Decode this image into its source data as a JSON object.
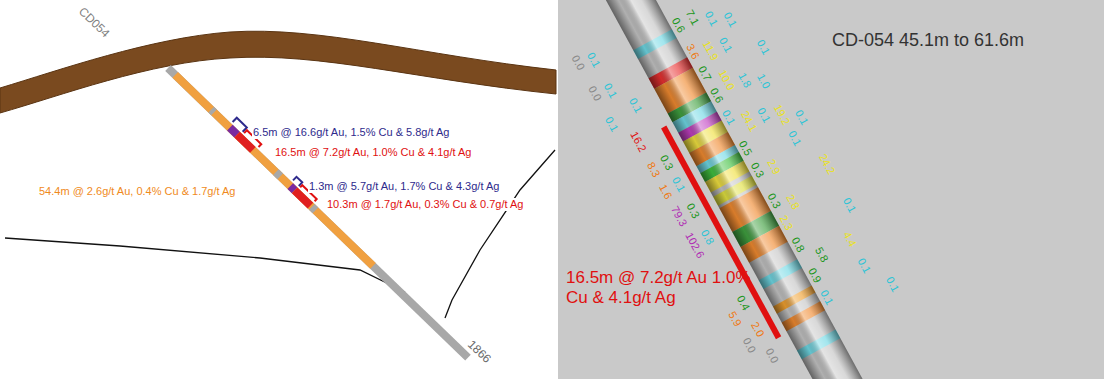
{
  "diagram": {
    "labels": [
      "CD054",
      "6.5m @ 16.6g/t Au, 1.5% Cu & 5.8g/t Ag",
      "16.5m @ 7.2g/t Au, 1.0% Cu & 4.1g/t Ag",
      "54.4m @ 2.6g/t Au, 0.4% Cu & 1.7g/t Ag",
      "1.3m @ 5.7g/t Au, 1.7% Cu & 4.3g/t Ag",
      "10.3m @ 1.7g/t Au, 0.3% Cu & 0.7g/t Ag",
      "1866",
      "CD-054 45.1m to 61.6m",
      "16.5m @ 7.2g/t Au 1.0% Cu & 4.1g/t Ag",
      "0.0",
      "0.0",
      "0.1",
      "0.1",
      "0.1",
      "16.2",
      "8.3",
      "1.6",
      "79.3",
      "102.6",
      "0.1",
      "0.3",
      "0.1",
      "0.3",
      "0.8",
      "0.4",
      "2.0",
      "0.0",
      "5.9",
      "0.0",
      "0.6",
      "3.6",
      "0.7",
      "0.6",
      "0.1",
      "0.5",
      "0.3",
      "0.3",
      "2.3",
      "0.8",
      "0.9",
      "0.1",
      "7.1",
      "11.9",
      "10.0",
      "24.1",
      "2.9",
      "2.8",
      "5.8",
      "0.1",
      "0.1",
      "1.8",
      "0.1",
      "0.1",
      "1.0",
      "19.2",
      "0.1",
      "4.4",
      "0.1",
      "0.1",
      "0.1",
      "24.2",
      "0.1",
      "0.1"
    ]
  }
}
